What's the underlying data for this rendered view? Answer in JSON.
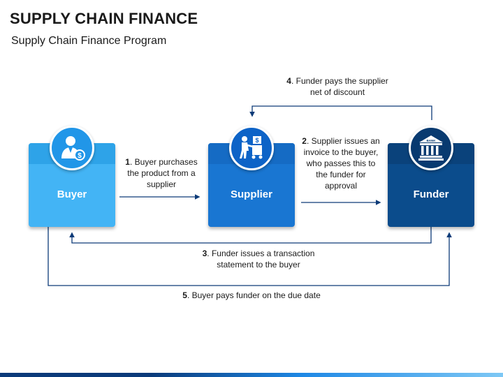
{
  "title": "SUPPLY CHAIN FINANCE",
  "subtitle": "Supply Chain Finance Program",
  "nodes": {
    "buyer": {
      "label": "Buyer",
      "color": "#43b4f5",
      "band": "#2ea3e8",
      "circle": "#2196e8"
    },
    "supplier": {
      "label": "Supplier",
      "color": "#1976d2",
      "band": "#156bc4",
      "circle": "#0d63c7"
    },
    "funder": {
      "label": "Funder",
      "color": "#0b4c8c",
      "band": "#0a427b",
      "circle": "#083a70"
    }
  },
  "steps": {
    "s1": {
      "num": "1",
      "text": ". Buyer purchases the product from a supplier"
    },
    "s2": {
      "num": "2",
      "text": ". Supplier issues an invoice to the buyer, who passes this to the funder for approval"
    },
    "s3": {
      "num": "3",
      "text": ". Funder issues a transaction statement to the buyer"
    },
    "s4": {
      "num": "4",
      "text": ". Funder pays the supplier net of discount"
    },
    "s5": {
      "num": "5",
      "text": ". Buyer pays funder on the due date"
    }
  },
  "icons": {
    "buyer": "person-dollar-icon",
    "supplier": "worker-cart-icon",
    "funder": "bank-icon",
    "bank_sign": "BANK"
  },
  "line_color": "#0d3b78"
}
